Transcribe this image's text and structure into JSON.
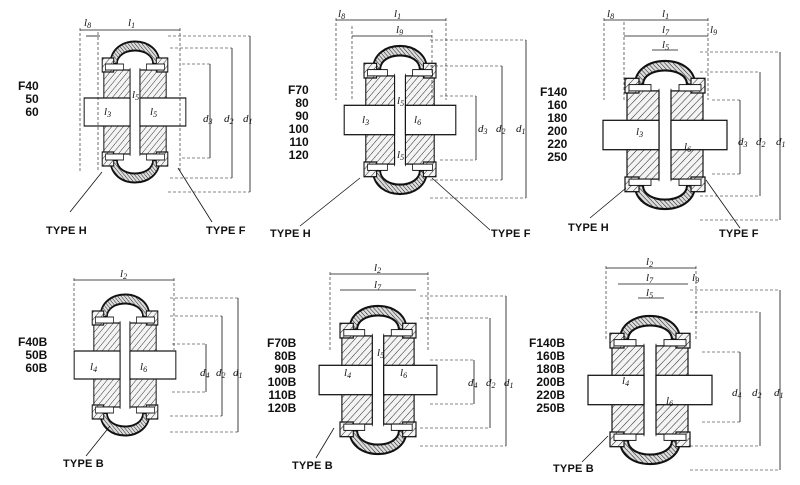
{
  "groups": [
    {
      "id": "f-top-left",
      "sizes": [
        "F40",
        "50",
        "60"
      ],
      "types": [
        "TYPE H",
        "TYPE F"
      ]
    },
    {
      "id": "f-top-mid",
      "sizes": [
        "F70",
        "80",
        "90",
        "100",
        "110",
        "120"
      ],
      "types": [
        "TYPE H",
        "TYPE F"
      ]
    },
    {
      "id": "f-top-right",
      "sizes": [
        "F140",
        "160",
        "180",
        "200",
        "220",
        "250"
      ],
      "types": [
        "TYPE H",
        "TYPE F"
      ]
    },
    {
      "id": "f-bot-left",
      "sizes": [
        "F40B",
        "50B",
        "60B"
      ],
      "types": [
        "TYPE B"
      ]
    },
    {
      "id": "f-bot-mid",
      "sizes": [
        "F70B",
        "80B",
        "90B",
        "100B",
        "110B",
        "120B"
      ],
      "types": [
        "TYPE B"
      ]
    },
    {
      "id": "f-bot-right",
      "sizes": [
        "F140B",
        "160B",
        "180B",
        "200B",
        "220B",
        "250B"
      ],
      "types": [
        "TYPE B"
      ]
    }
  ],
  "dims": {
    "d": "d",
    "l": "l",
    "sub1": "1",
    "sub2": "2",
    "sub3": "3",
    "sub4": "4",
    "sub5": "5",
    "sub6": "6",
    "sub7": "7",
    "sub8": "8",
    "sub9": "9"
  }
}
